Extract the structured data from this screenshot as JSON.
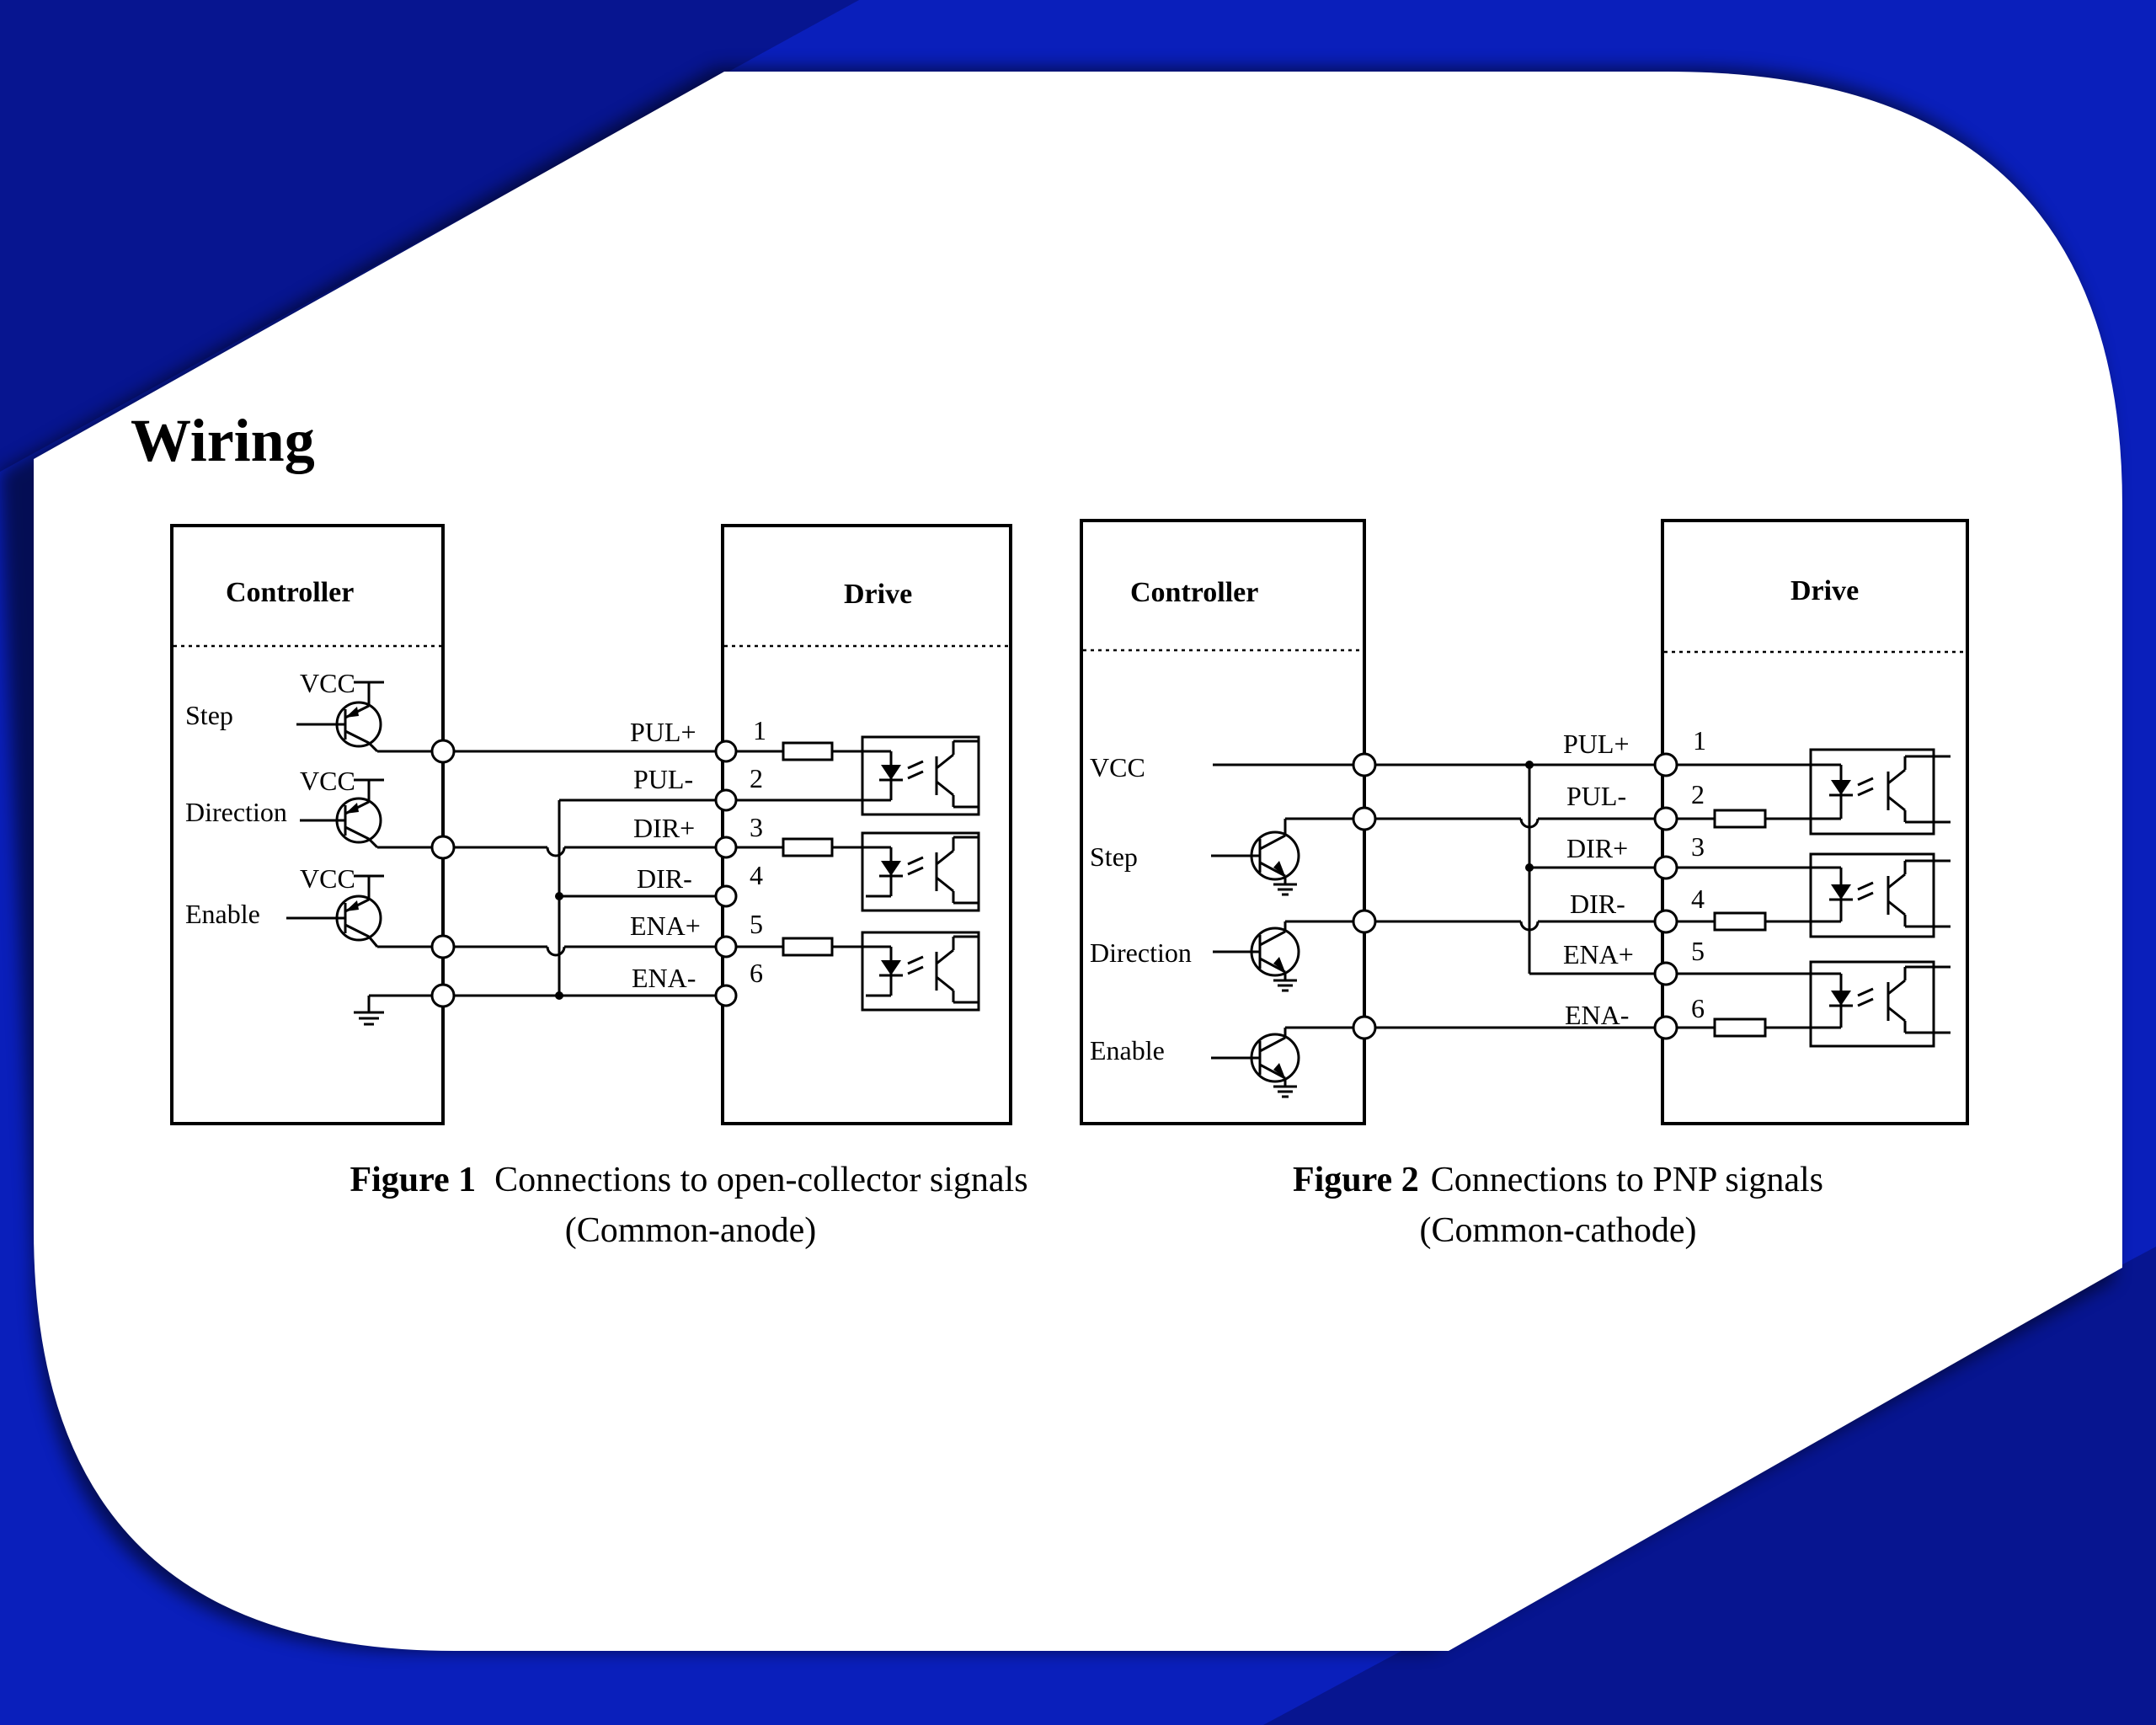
{
  "page": {
    "title": "Wiring",
    "colors": {
      "background": "#0a1fbb",
      "panel": "#ffffff",
      "ink": "#000000"
    }
  },
  "figure1": {
    "controller_title": "Controller",
    "drive_title": "Drive",
    "inputs": [
      {
        "label": "Step",
        "vcc": "VCC"
      },
      {
        "label": "Direction",
        "vcc": "VCC"
      },
      {
        "label": "Enable",
        "vcc": "VCC"
      }
    ],
    "pins": [
      {
        "name": "PUL+",
        "num": "1"
      },
      {
        "name": "PUL-",
        "num": "2"
      },
      {
        "name": "DIR+",
        "num": "3"
      },
      {
        "name": "DIR-",
        "num": "4"
      },
      {
        "name": "ENA+",
        "num": "5"
      },
      {
        "name": "ENA-",
        "num": "6"
      }
    ],
    "caption_bold": "Figure 1",
    "caption": "Connections to open-collector signals",
    "caption_sub": "(Common-anode)"
  },
  "figure2": {
    "controller_title": "Controller",
    "drive_title": "Drive",
    "vcc_label": "VCC",
    "inputs": [
      {
        "label": "Step"
      },
      {
        "label": "Direction"
      },
      {
        "label": "Enable"
      }
    ],
    "pins": [
      {
        "name": "PUL+",
        "num": "1"
      },
      {
        "name": "PUL-",
        "num": "2"
      },
      {
        "name": "DIR+",
        "num": "3"
      },
      {
        "name": "DIR-",
        "num": "4"
      },
      {
        "name": "ENA+",
        "num": "5"
      },
      {
        "name": "ENA-",
        "num": "6"
      }
    ],
    "caption_bold": "Figure 2",
    "caption": "Connections to PNP signals",
    "caption_sub": "(Common-cathode)"
  }
}
